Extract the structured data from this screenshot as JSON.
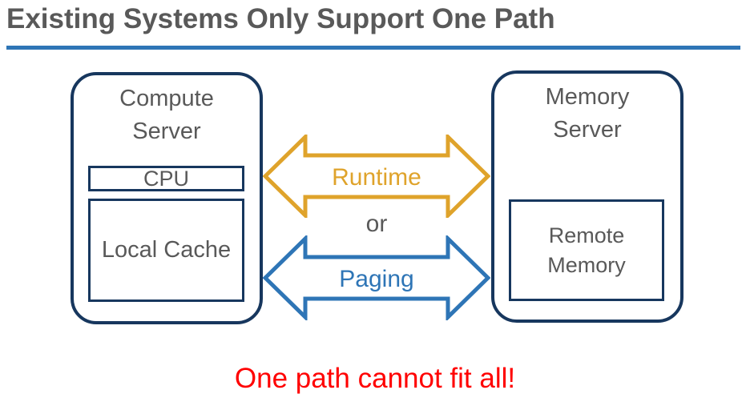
{
  "slide": {
    "title": "Existing Systems Only Support One Path",
    "footer_message": "One path cannot fit all!"
  },
  "colors": {
    "navy": "#17375E",
    "gold": "#DFA32B",
    "blue": "#2E75B6",
    "red": "#FF0000",
    "gray": "#595959"
  },
  "compute_server": {
    "label": "Compute Server",
    "cpu": "CPU",
    "local_cache": "Local Cache"
  },
  "memory_server": {
    "label": "Memory Server",
    "remote_memory": "Remote Memory"
  },
  "paths": {
    "runtime": "Runtime",
    "or": "or",
    "paging": "Paging"
  }
}
